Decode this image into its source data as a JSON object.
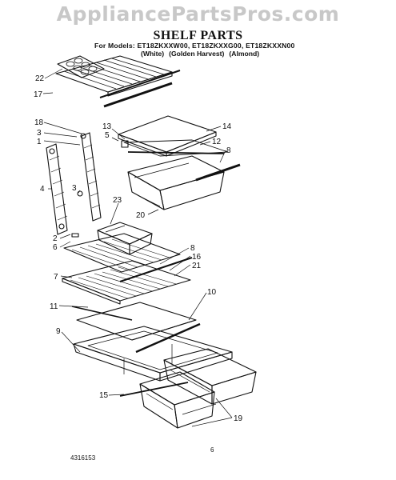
{
  "watermark": "AppliancePartsPros.com",
  "title": "SHELF PARTS",
  "models_line": "For Models: ET18ZKXXW00, ET18ZKXXG00, ET18ZKXXN00",
  "colors": [
    "(White)",
    "(Golden Harvest)",
    "(Almond)"
  ],
  "part_labels": {
    "p22": "22",
    "p17": "17",
    "p18": "18",
    "p3a": "3",
    "p1": "1",
    "p13": "13",
    "p5": "5",
    "p14": "14",
    "p12": "12",
    "p8a": "8",
    "p4": "4",
    "p3b": "3",
    "p23": "23",
    "p20": "20",
    "p2": "2",
    "p6": "6",
    "p8b": "8",
    "p16": "16",
    "p21": "21",
    "p7": "7",
    "p11": "11",
    "p10": "10",
    "p9": "9",
    "p15": "15",
    "p19": "19"
  },
  "page_number": "6",
  "doc_number": "4316153"
}
